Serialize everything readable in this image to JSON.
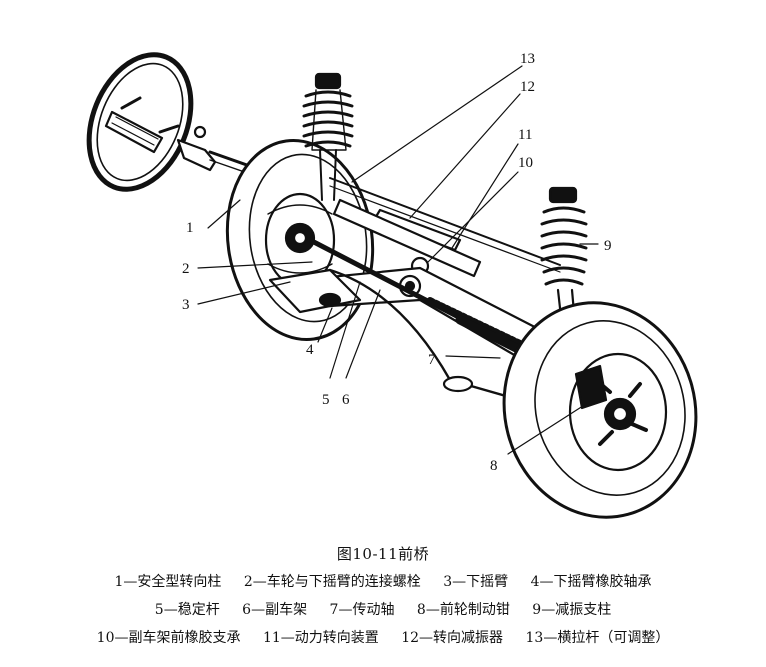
{
  "callouts": {
    "n1": "1",
    "n2": "2",
    "n3": "3",
    "n4": "4",
    "n5": "5",
    "n6": "6",
    "n7": "7",
    "n8": "8",
    "n9": "9",
    "n10": "10",
    "n11": "11",
    "n12": "12",
    "n13": "13"
  },
  "caption": "图10-11前桥",
  "legend": {
    "line1": [
      "1—安全型转向柱",
      "2—车轮与下摇臂的连接螺栓",
      "3—下摇臂",
      "4—下摇臂橡胶轴承"
    ],
    "line2": [
      "5—稳定杆",
      "6—副车架",
      "7—传动轴",
      "8—前轮制动钳",
      "9—减振支柱"
    ],
    "line3": [
      "10—副车架前橡胶支承",
      "11—动力转向装置",
      "12—转向减振器",
      "13—横拉杆（可调整）"
    ]
  }
}
